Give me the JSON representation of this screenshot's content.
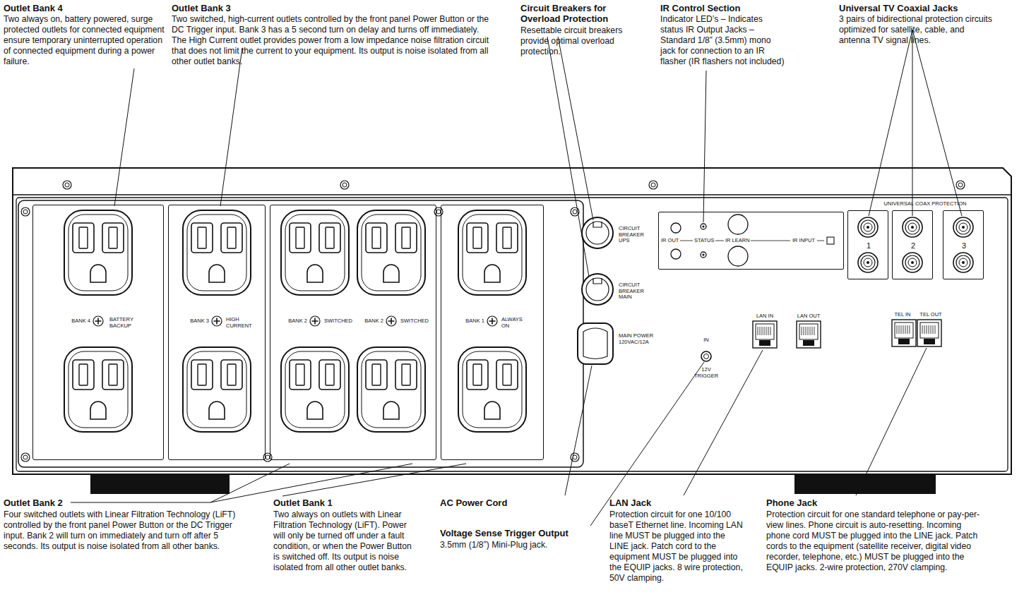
{
  "diagram": {
    "nodes": [
      {
        "text": [
          "BANK 4",
          "BATTERY BACKUP"
        ]
      },
      {
        "text": [
          "BANK 3",
          "HIGH CURRENT"
        ]
      },
      {
        "text": [
          "BANK 2",
          "SWITCHED",
          "BANK 2",
          "SWITCHED"
        ]
      },
      {
        "text": [
          "BANK 1",
          "ALWAYS ON"
        ]
      },
      {
        "text": [
          "IR OUT",
          "STATUS",
          "IR LEARN",
          "IR INPUT"
        ]
      },
      {
        "text": [
          "1"
        ]
      },
      {
        "text": [
          "2"
        ]
      },
      {
        "text": [
          "3"
        ]
      }
    ],
    "labels": [
      "Outlet Bank 4",
      "Two always on, battery powered, surge protected outlets for connected equipment ensure temporary uninterrupted operation of connected equipment during a power failure.",
      "Outlet Bank 3",
      "Two switched, high-current outlets controlled by the front panel Power Button or the DC Trigger input. Bank 3 has a 5 second turn on delay and turns off immediately. The High Current outlet provides power from a low impedance noise filtration circuit that does not limit the current to your equipment. Its output is noise isolated from all other outlet banks.",
      "Circuit Breakers for Overload Protection",
      "Resettable circuit breakers provide optimal overload protection.",
      "IR Control Section",
      "Indicator LED’s – Indicates status IR Output Jacks – Standard 1/8” (3.5mm) mono jack for connection to an IR flasher (IR flashers not included)",
      "Universal TV Coaxial Jacks",
      "3 pairs of bidirectional protection circuits optimized for satellite, cable, and antenna TV signal lines.",
      "Outlet Bank 2",
      "Four switched outlets with Linear Filtration Technology (LiFT) controlled by the front panel Power Button or the DC Trigger input. Bank 2 will turn on immediately and turn off after 5 seconds. Its output is noise isolated from all other banks.",
      "Outlet Bank 1",
      "Two always on outlets with Linear Filtration Technology (LiFT). Power will only be turned off under a fault condition, or when the Power Button is switched off. Its output is noise isolated from all other outlet banks.",
      "AC Power Cord",
      "Voltage Sense Trigger Output",
      "3.5mm (1/8”) Mini-Plug jack.",
      "LAN Jack",
      "Protection circuit for one 10/100 baseT Ethernet line. Incoming LAN line MUST be plugged into the LINE jack. Patch cord to the equipment MUST be plugged into the EQUIP jacks. 8 wire protection, 50V clamping.",
      "Phone Jack",
      "Protection circuit for one standard telephone or pay-per-view lines. Phone circuit is auto-resetting. Incoming phone cord MUST be plugged into the LINE jack. Patch cords to the equipment (satellite receiver, digital video recorder, telephone, etc.) MUST be plugged into the EQUIP jacks. 2-wire protection, 270V clamping.",
      "UNIVERSAL COAX PROTECTION",
      "CIRCUIT BREAKER UPS",
      "CIRCUIT BREAKER MAIN",
      "MAIN POWER 120VAC/12A",
      "IN",
      "12V TRIGGER",
      "LAN IN",
      "LAN OUT",
      "TEL IN",
      "TEL OUT"
    ]
  }
}
